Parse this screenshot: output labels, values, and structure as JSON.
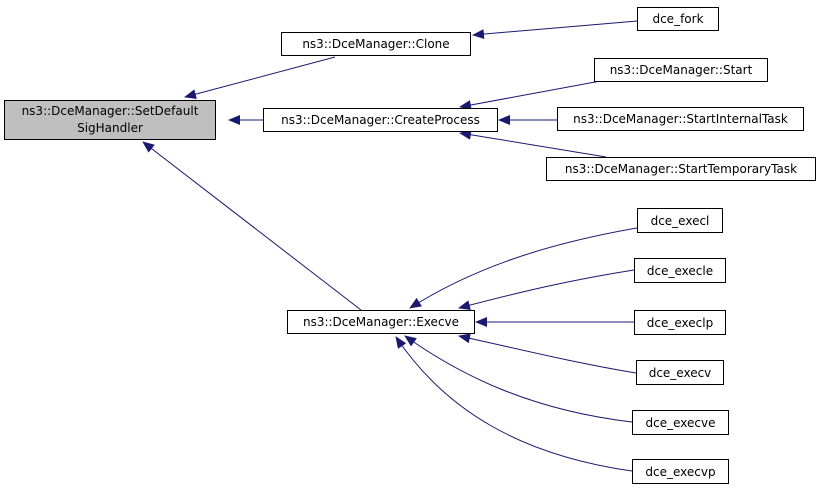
{
  "colors": {
    "edge": "#191970",
    "root_fill": "#bfbfbf",
    "node_fill": "#ffffff",
    "border": "#000000"
  },
  "nodes": {
    "root": {
      "line1": "ns3::DceManager::SetDefault",
      "line2": "SigHandler"
    },
    "clone": "ns3::DceManager::Clone",
    "create_process": "ns3::DceManager::CreateProcess",
    "execve": "ns3::DceManager::Execve",
    "dce_fork": "dce_fork",
    "start": "ns3::DceManager::Start",
    "start_internal_task": "ns3::DceManager::StartInternalTask",
    "start_temporary_task": "ns3::DceManager::StartTemporaryTask",
    "dce_execl": "dce_execl",
    "dce_execle": "dce_execle",
    "dce_execlp": "dce_execlp",
    "dce_execv": "dce_execv",
    "dce_execve": "dce_execve",
    "dce_execvp": "dce_execvp"
  }
}
